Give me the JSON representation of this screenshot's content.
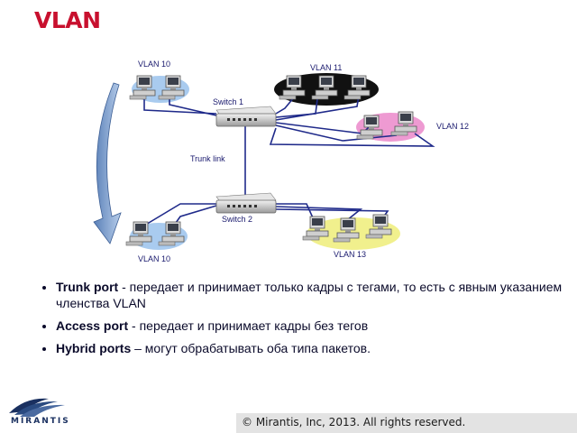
{
  "slide": {
    "title": "VLAN"
  },
  "diagram": {
    "labels": {
      "vlan10_top": "VLAN 10",
      "vlan11": "VLAN 11",
      "vlan12": "VLAN 12",
      "switch1": "Switch 1",
      "trunk": "Trunk link",
      "switch2": "Switch 2",
      "vlan10_bottom": "VLAN 10",
      "vlan13": "VLAN 13"
    },
    "colors": {
      "vlan10": "#a9cbef",
      "vlan11": "#111111",
      "vlan12": "#ee9ad2",
      "vlan13": "#f1f08d",
      "link": "#1f2a8a",
      "arrow": "#6e93c8"
    },
    "icons": [
      "pc-icon",
      "switch-icon",
      "curved-arrow-icon"
    ]
  },
  "bullets": [
    {
      "term": "Trunk port",
      "text": " - передает и принимает только кадры с тегами, то есть с явным указанием членства VLAN"
    },
    {
      "term": "Access port",
      "text": " - передает и принимает кадры без тегов"
    },
    {
      "term": "Hybrid ports",
      "text": " – могут обрабатывать  оба типа пакетов."
    }
  ],
  "footer": {
    "copyright": "© Mirantis, Inc, 2013. All rights reserved.",
    "logo_text": "MIRANTIS"
  }
}
